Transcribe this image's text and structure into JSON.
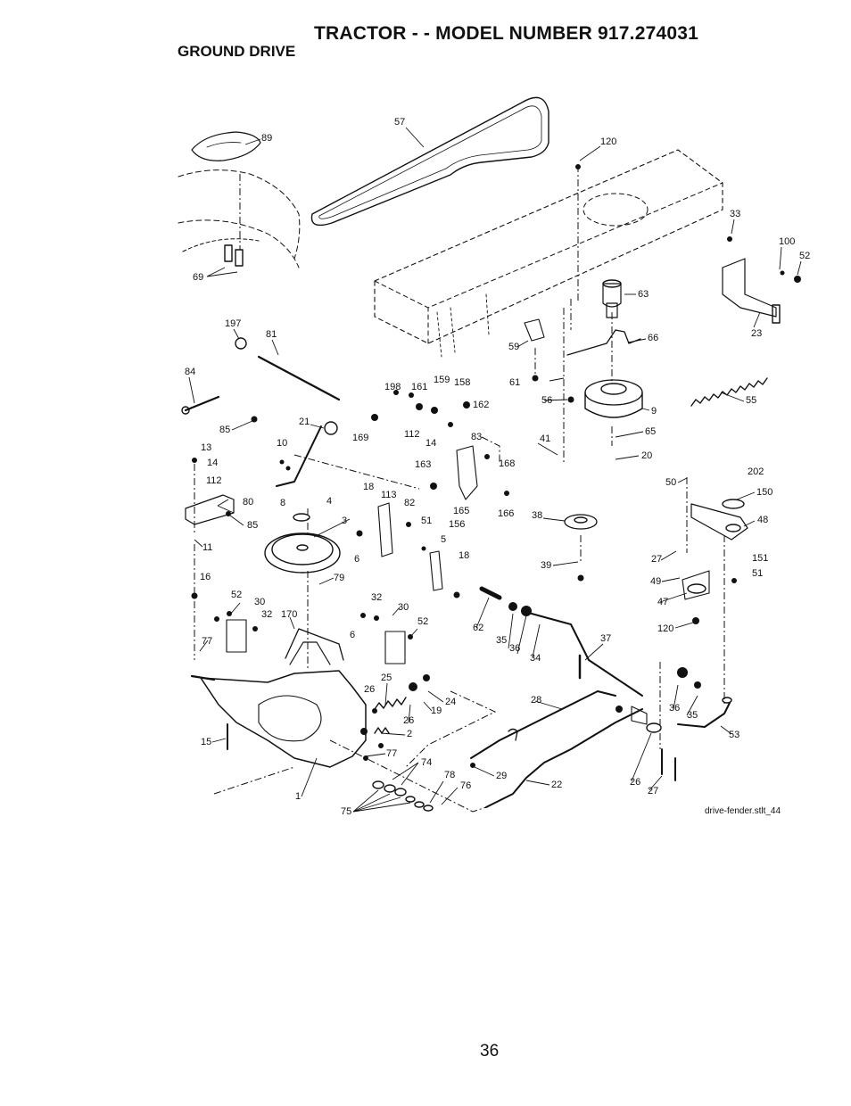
{
  "header": {
    "title": "TRACTOR - - MODEL NUMBER 917.274031",
    "subtitle": "GROUND DRIVE"
  },
  "diagram": {
    "callouts": [
      "89",
      "57",
      "120",
      "33",
      "100",
      "52",
      "69",
      "63",
      "23",
      "197",
      "81",
      "59",
      "66",
      "84",
      "198",
      "161",
      "159",
      "158",
      "61",
      "56",
      "55",
      "162",
      "9",
      "85",
      "21",
      "169",
      "112",
      "14",
      "83",
      "65",
      "13",
      "10",
      "41",
      "14",
      "163",
      "168",
      "20",
      "112",
      "202",
      "80",
      "18",
      "113",
      "165",
      "166",
      "50",
      "150",
      "8",
      "85",
      "4",
      "156",
      "38",
      "48",
      "3",
      "51",
      "82",
      "11",
      "6",
      "5",
      "18",
      "27",
      "151",
      "39",
      "79",
      "16",
      "51",
      "49",
      "52",
      "30",
      "32",
      "170",
      "30",
      "62",
      "47",
      "52",
      "32",
      "6",
      "35",
      "36",
      "34",
      "37",
      "120",
      "77",
      "25",
      "26",
      "24",
      "19",
      "26",
      "28",
      "36",
      "35",
      "2",
      "15",
      "77",
      "53",
      "74",
      "29",
      "78",
      "1",
      "76",
      "22",
      "26",
      "27",
      "75"
    ],
    "file_reference": "drive-fender.stlt_44"
  },
  "page_number": "36"
}
